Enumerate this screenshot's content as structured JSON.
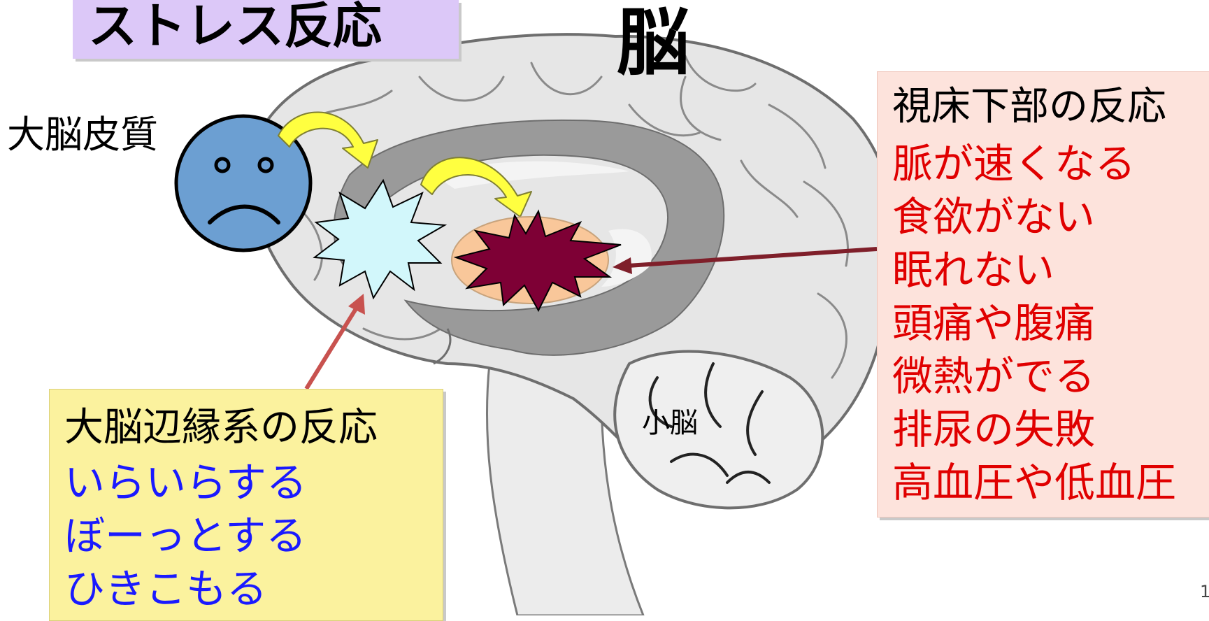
{
  "title": "ストレス反応",
  "organ": "脳",
  "cortex_label": "大脳皮質",
  "cerebellum_label": "小脳",
  "limbic": {
    "heading": "大脳辺縁系の反応",
    "items": [
      "いらいらする",
      "ぼーっとする",
      "ひきこもる"
    ]
  },
  "hypothalamus": {
    "heading": "視床下部の反応",
    "items": [
      "脈が速くなる",
      "食欲がない",
      "眠れない",
      "頭痛や腹痛",
      "微熱がでる",
      "排尿の失敗",
      "高血圧や低血圧"
    ]
  },
  "page_number": "1",
  "colors": {
    "title_bg": "#dcc8f8",
    "face": "#6c9fd2",
    "limbic_burst": "#d2f7fb",
    "hypothalamus_burst": "#7e0035",
    "hypothalamus_oval": "#f9c79a",
    "curved_arrows": "#ffff40",
    "limbic_text": "#1a1aff",
    "hypothalamus_text": "#e00000",
    "limbic_box": "#fbf29e",
    "hypothalamus_box": "#fde3dc"
  }
}
